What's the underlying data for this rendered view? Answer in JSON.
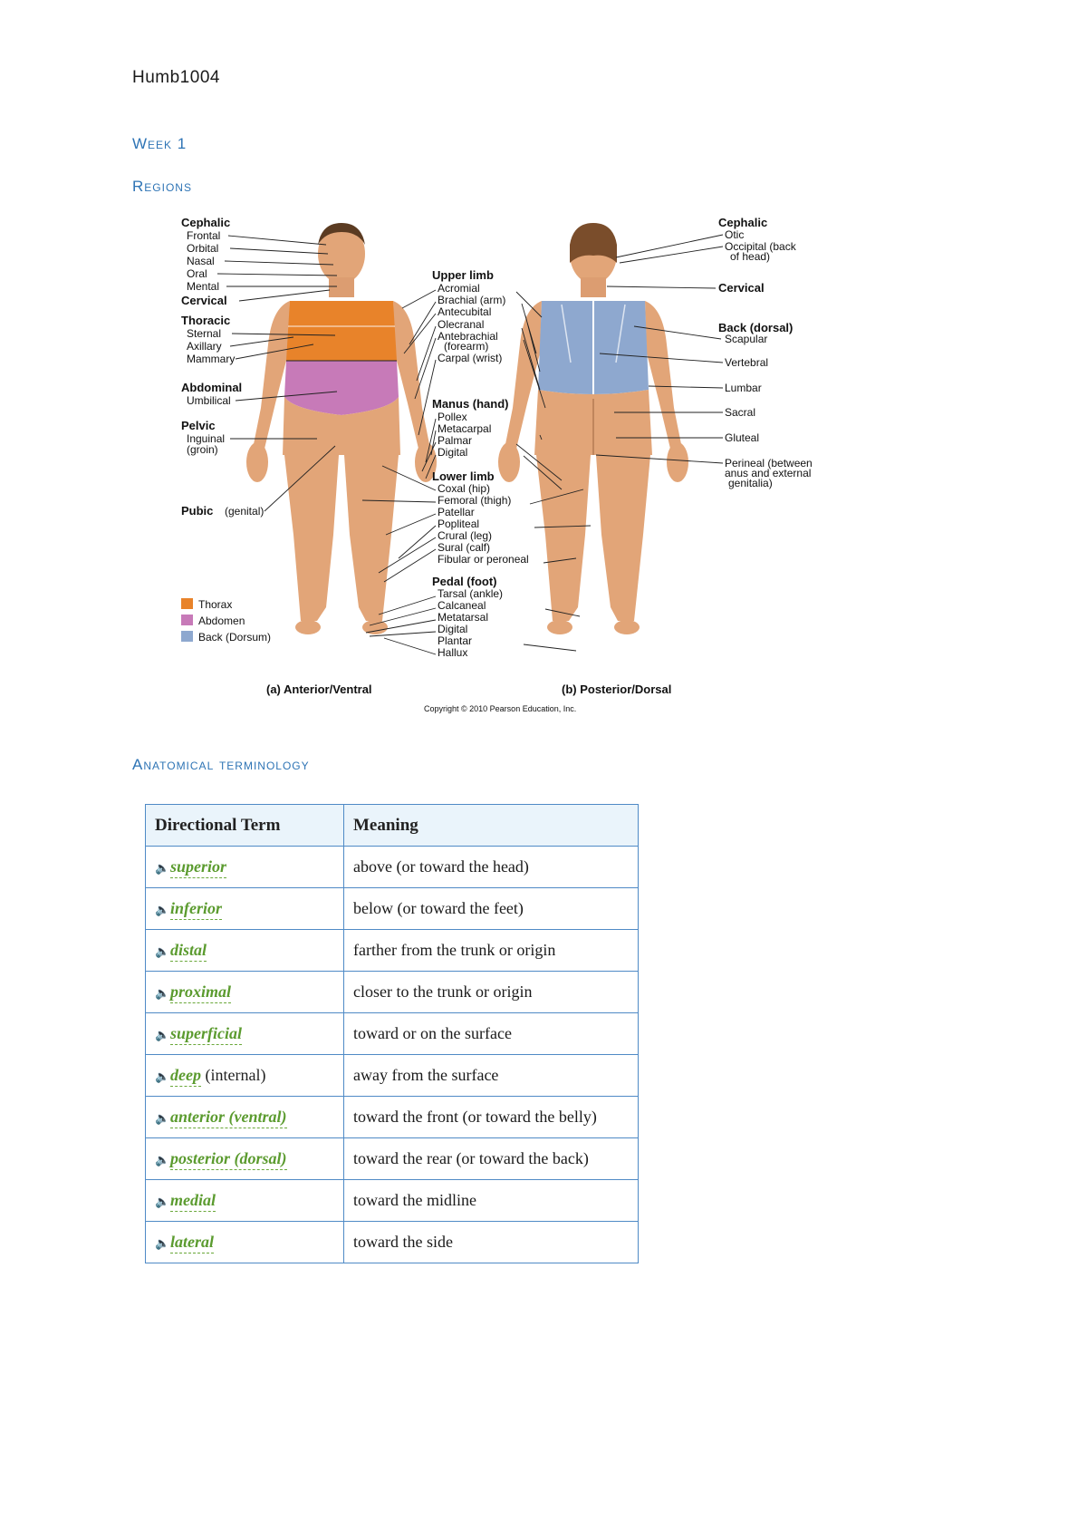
{
  "course_code": "Humb1004",
  "headings": {
    "week": "Week 1",
    "regions": "Regions",
    "terminology": "Anatomical terminology"
  },
  "figure": {
    "anterior": {
      "caption": "(a) Anterior/Ventral",
      "labels": {
        "cephalic": "Cephalic",
        "frontal": "Frontal",
        "orbital": "Orbital",
        "nasal": "Nasal",
        "oral": "Oral",
        "mental": "Mental",
        "cervical": "Cervical",
        "thoracic": "Thoracic",
        "sternal": "Sternal",
        "axillary": "Axillary",
        "mammary": "Mammary",
        "abdominal": "Abdominal",
        "umbilical": "Umbilical",
        "pelvic": "Pelvic",
        "inguinal": "Inguinal",
        "groin": "(groin)",
        "pubic": "Pubic",
        "pubic_note": "(genital)"
      }
    },
    "middle": {
      "upper_limb": "Upper limb",
      "acromial": "Acromial",
      "brachial": "Brachial (arm)",
      "antecubital": "Antecubital",
      "olecranal": "Olecranal",
      "antebrachial": "Antebrachial",
      "forearm": "(forearm)",
      "carpal": "Carpal (wrist)",
      "manus": "Manus (hand)",
      "pollex": "Pollex",
      "metacarpal": "Metacarpal",
      "palmar": "Palmar",
      "digital": "Digital",
      "lower_limb": "Lower limb",
      "coxal": "Coxal (hip)",
      "femoral": "Femoral (thigh)",
      "patellar": "Patellar",
      "popliteal": "Popliteal",
      "crural": "Crural (leg)",
      "sural": "Sural (calf)",
      "fibular": "Fibular or peroneal",
      "pedal": "Pedal (foot)",
      "tarsal": "Tarsal (ankle)",
      "calcaneal": "Calcaneal",
      "metatarsal": "Metatarsal",
      "digital2": "Digital",
      "plantar": "Plantar",
      "hallux": "Hallux"
    },
    "posterior": {
      "caption": "(b) Posterior/Dorsal",
      "labels": {
        "cephalic": "Cephalic",
        "otic": "Otic",
        "occipital": "Occipital (back",
        "occipital2": "of head)",
        "cervical": "Cervical",
        "back": "Back (dorsal)",
        "scapular": "Scapular",
        "vertebral": "Vertebral",
        "lumbar": "Lumbar",
        "sacral": "Sacral",
        "gluteal": "Gluteal",
        "perineal": "Perineal (between",
        "perineal2": "anus and external",
        "perineal3": "genitalia)"
      }
    },
    "legend": [
      {
        "label": "Thorax",
        "color": "#e8832a"
      },
      {
        "label": "Abdomen",
        "color": "#c77ab8"
      },
      {
        "label": "Back (Dorsum)",
        "color": "#8ea8cf"
      }
    ],
    "copyright": "Copyright © 2010 Pearson Education, Inc."
  },
  "table": {
    "headers": [
      "Directional Term",
      "Meaning"
    ],
    "rows": [
      {
        "term": "superior",
        "extra": "",
        "meaning": "above (or toward the head)"
      },
      {
        "term": "inferior",
        "extra": "",
        "meaning": "below (or toward the feet)"
      },
      {
        "term": "distal",
        "extra": "",
        "meaning": "farther from the trunk or origin"
      },
      {
        "term": "proximal",
        "extra": "",
        "meaning": "closer to the trunk or origin"
      },
      {
        "term": "superficial",
        "extra": "",
        "meaning": "toward or on the surface"
      },
      {
        "term": "deep",
        "extra": " (internal)",
        "meaning": "away from the surface"
      },
      {
        "term": "anterior (ventral)",
        "extra": "",
        "meaning": "toward the front (or toward the belly)"
      },
      {
        "term": "posterior (dorsal)",
        "extra": "",
        "meaning": "toward the rear (or toward the back)"
      },
      {
        "term": "medial",
        "extra": "",
        "meaning": "toward the midline"
      },
      {
        "term": "lateral",
        "extra": "",
        "meaning": "toward the side"
      }
    ]
  },
  "speaker_icon": "speaker-icon"
}
